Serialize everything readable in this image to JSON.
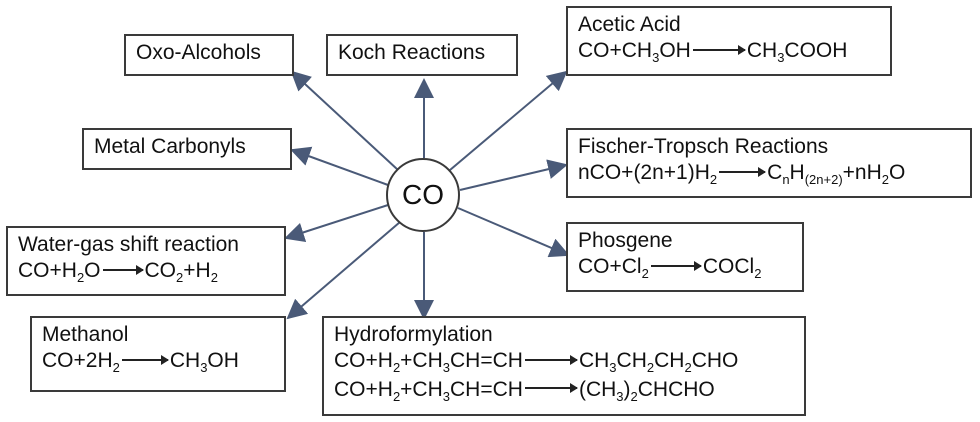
{
  "center": "CO",
  "oxo": {
    "title": "Oxo-Alcohols"
  },
  "koch": {
    "title": "Koch Reactions"
  },
  "acetic": {
    "title": "Acetic Acid",
    "eq_left": "CO+CH",
    "eq_sub1": "3",
    "eq_mid": "OH",
    "eq_right": "CH",
    "eq_sub2": "3",
    "eq_end": "COOH"
  },
  "metal": {
    "title": "Metal Carbonyls"
  },
  "fischer": {
    "title": "Fischer-Tropsch Reactions",
    "eq_a": "nCO+(2n+1)H",
    "eq_a_sub": "2",
    "eq_b": "C",
    "eq_b_sub": "n",
    "eq_c": "H",
    "eq_c_sub": "(2n+2)",
    "eq_d": "+nH",
    "eq_d_sub": "2",
    "eq_e": "O"
  },
  "wgs": {
    "title": "Water-gas shift reaction",
    "eq_a": "CO+H",
    "eq_a_sub": "2",
    "eq_b": "O",
    "eq_c": "CO",
    "eq_c_sub": "2",
    "eq_d": "+H",
    "eq_d_sub": "2"
  },
  "phosgene": {
    "title": "Phosgene",
    "eq_a": "CO+Cl",
    "eq_a_sub": "2",
    "eq_b": "COCl",
    "eq_b_sub": "2"
  },
  "methanol": {
    "title": "Methanol",
    "eq_a": "CO+2H",
    "eq_a_sub": "2",
    "eq_b": "CH",
    "eq_b_sub": "3",
    "eq_c": "OH"
  },
  "hydro": {
    "title": "Hydroformylation",
    "r1_a": "CO+H",
    "r1_a_sub": "2",
    "r1_b": "+CH",
    "r1_b_sub": "3",
    "r1_c": "CH=CH",
    "r1_d": "CH",
    "r1_d_sub": "3",
    "r1_e": "CH",
    "r1_e_sub": "2",
    "r1_f": "CH",
    "r1_f_sub": "2",
    "r1_g": "CHO",
    "r2_a": "CO+H",
    "r2_a_sub": "2",
    "r2_b": "+CH",
    "r2_b_sub": "3",
    "r2_c": "CH=CH",
    "r2_d": "(CH",
    "r2_d_sub": "3",
    "r2_e": ")",
    "r2_e_sub": "2",
    "r2_f": "CHCHO"
  }
}
